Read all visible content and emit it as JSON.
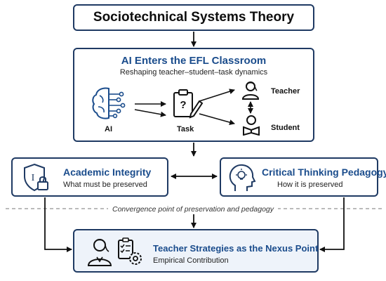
{
  "top": {
    "title": "Sociotechnical Systems Theory"
  },
  "ai_section": {
    "title": "AI Enters the EFL Classroom",
    "subtitle": "Reshaping teacher–student–task dynamics",
    "nodes": {
      "ai": "AI",
      "task": "Task",
      "teacher": "Teacher",
      "student": "Student"
    }
  },
  "left": {
    "title": "Academic Integrity",
    "subtitle": "What must be preserved"
  },
  "right": {
    "title": "Critical Thinking Pedagogy",
    "subtitle": "How it is preserved"
  },
  "convergence": {
    "label": "Convergence point of preservation and pedagogy"
  },
  "bottom": {
    "title": "Teacher Strategies as the Nexus Point",
    "subtitle": "Empirical Contribution"
  },
  "colors": {
    "border": "#1f3a63",
    "accent": "#1a4c8c",
    "highlight_fill": "#eef3fa"
  },
  "icons": [
    "brain-circuit-icon",
    "clipboard-pencil-icon",
    "teacher-icon",
    "student-icon",
    "shield-lock-icon",
    "lightbulb-head-icon",
    "teacher-person-icon",
    "settings-checklist-icon"
  ]
}
